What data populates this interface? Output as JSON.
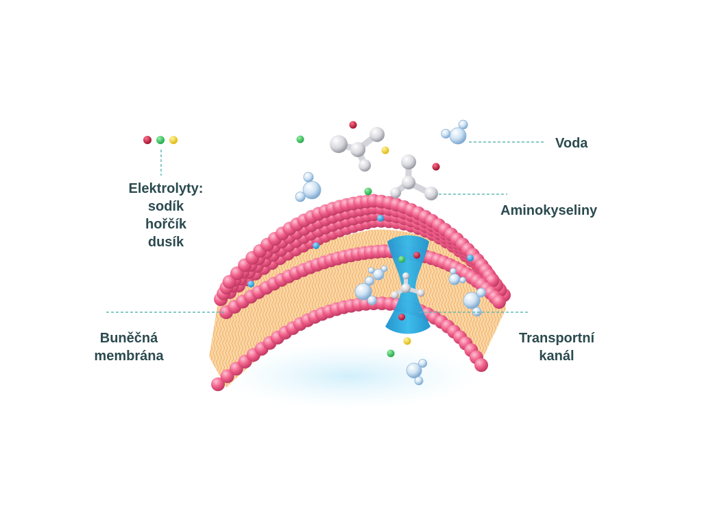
{
  "labels": {
    "voda": "Voda",
    "aminokyseliny": "Aminokyseliny",
    "elektrolyty": {
      "heading": "Elektrolyty:",
      "items": [
        "sodík",
        "hořčík",
        "dusík"
      ]
    },
    "membrana": {
      "line1": "Buněčná",
      "line2": "membrána"
    },
    "kanal": {
      "line1": "Transportní",
      "line2": "kanál"
    }
  },
  "colors": {
    "text": "#2b4a4f",
    "leader_line": "#5fb8b4",
    "lipid_head": "#f0608a",
    "lipid_tail": "#f7c48a",
    "channel": "#23a6d9",
    "ion_red": "#b01835",
    "ion_green": "#2ec95a",
    "ion_yellow": "#f0d21e",
    "molecule": "#dcdcdc",
    "water": "#c8dff0"
  },
  "icons": [
    "ion-red-icon",
    "ion-green-icon",
    "ion-yellow-icon",
    "water-molecule-icon",
    "amino-acid-molecule-icon",
    "transport-channel-icon"
  ]
}
